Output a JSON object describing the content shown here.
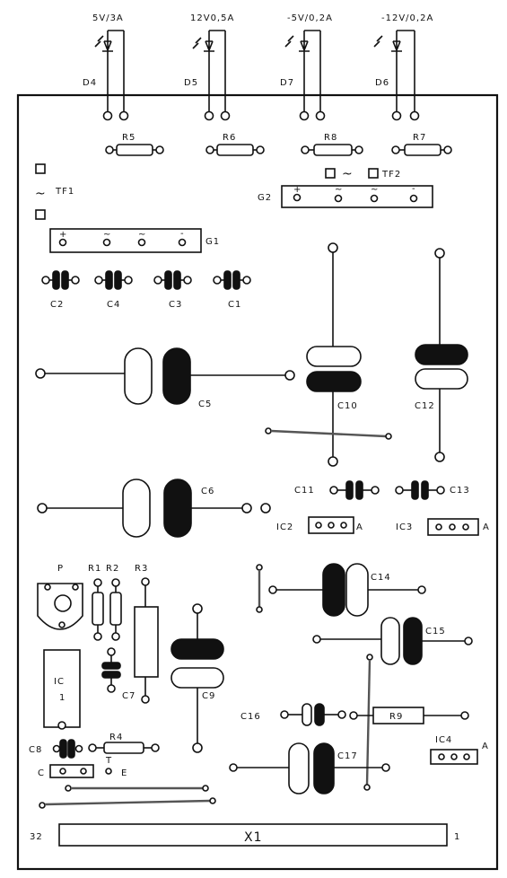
{
  "leds": [
    {
      "ref": "D4",
      "rating": "5V/3A"
    },
    {
      "ref": "D5",
      "rating": "12V0,5A"
    },
    {
      "ref": "D7",
      "rating": "-5V/0,2A"
    },
    {
      "ref": "D6",
      "rating": "-12V/0,2A"
    }
  ],
  "resistors": {
    "r5": "R5",
    "r6": "R6",
    "r8": "R8",
    "r7": "R7",
    "r1": "R1",
    "r2": "R2",
    "r3": "R3",
    "r4": "R4",
    "r9": "R9"
  },
  "transformers": {
    "tf1": "TF1",
    "tf2": "TF2",
    "tilde": "~"
  },
  "rectifiers": {
    "g1": "G1",
    "g2": "G2",
    "pin_plus": "+",
    "pin_minus": "-",
    "pin_ac": "~"
  },
  "capacitors": {
    "c1": "C1",
    "c2": "C2",
    "c3": "C3",
    "c4": "C4",
    "c5": "C5",
    "c6": "C6",
    "c7": "C7",
    "c8": "C8",
    "c9": "C9",
    "c10": "C10",
    "c11": "C11",
    "c12": "C12",
    "c13": "C13",
    "c14": "C14",
    "c15": "C15",
    "c16": "C16",
    "c17": "C17"
  },
  "ics": {
    "ic1_a": "IC",
    "ic1_b": "1",
    "ic2": "IC2",
    "ic3": "IC3",
    "ic4": "IC4",
    "pin_a": "A"
  },
  "misc": {
    "pot": "P",
    "transistor": "T",
    "tr_c": "C",
    "tr_e": "E"
  },
  "connector": {
    "ref": "X1",
    "pin_left": "32",
    "pin_right": "1"
  }
}
